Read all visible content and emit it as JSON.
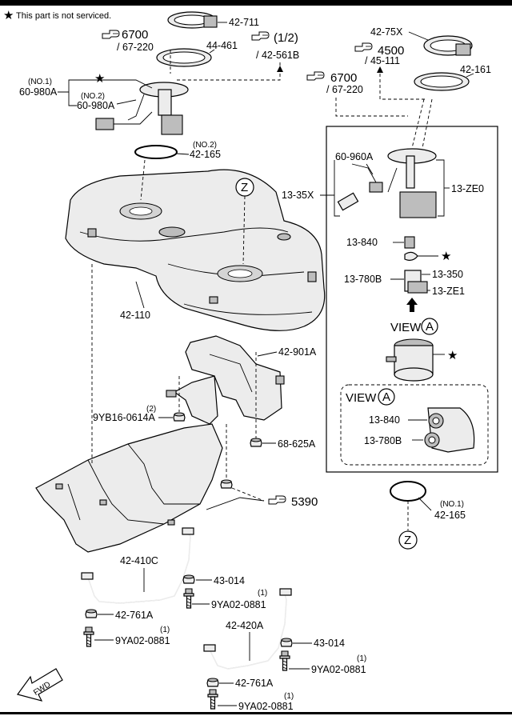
{
  "legend": {
    "symbol": "★",
    "text": "This part is not serviced."
  },
  "refs": {
    "ref_6700_a": {
      "main": "6700",
      "sub": "/ 67-220"
    },
    "ref_half": {
      "main": "(1/2)",
      "sub": "/ 42-561B"
    },
    "ref_6700_b": {
      "main": "6700",
      "sub": "/ 67-220"
    },
    "ref_4500": {
      "main": "4500",
      "sub": "/ 45-111"
    },
    "ref_5390": {
      "main": "5390"
    }
  },
  "parts": {
    "p42_711": "42-711",
    "p44_461": "44-461",
    "p42_75X": "42-75X",
    "p42_161": "42-161",
    "p60_980A_no1_tag": "(NO.1)",
    "p60_980A_no1": "60-980A",
    "p60_980A_no2_tag": "(NO.2)",
    "p60_980A_no2": "60-980A",
    "p42_165_top_tag": "(NO.2)",
    "p42_165_top": "42-165",
    "p60_960A": "60-960A",
    "p13_35X": "13-35X",
    "p13_ZE0": "13-ZE0",
    "p13_840": "13-840",
    "p13_780B": "13-780B",
    "p13_350": "13-350",
    "p13_ZE1": "13-ZE1",
    "p42_110": "42-110",
    "p42_901A": "42-901A",
    "p9YB16_tag": "(2)",
    "p9YB16": "9YB16-0614A",
    "p68_625A": "68-625A",
    "p13_840_view": "13-840",
    "p13_780B_view": "13-780B",
    "p42_165_bot_tag": "(NO.1)",
    "p42_165_bot": "42-165",
    "p42_410C": "42-410C",
    "p43_014_a": "43-014",
    "p9YA02_a_tag": "(1)",
    "p9YA02_a": "9YA02-0881",
    "p42_761A_a": "42-761A",
    "p9YA02_b_tag": "(1)",
    "p9YA02_b": "9YA02-0881",
    "p42_420A": "42-420A",
    "p43_014_b": "43-014",
    "p9YA02_c_tag": "(1)",
    "p9YA02_c": "9YA02-0881",
    "p42_761A_b": "42-761A",
    "p9YA02_d_tag": "(1)",
    "p9YA02_d": "9YA02-0881"
  },
  "markers": {
    "z_top": "Z",
    "z_bottom": "Z",
    "view_a": "A"
  },
  "views": {
    "view_label": "VIEW",
    "view_box_label": "VIEW"
  },
  "fwd": "FWD",
  "icons": {
    "ref_pointer": "pointing-hand-icon",
    "not_serviced": "star-icon",
    "direction": "fwd-arrow-icon"
  }
}
